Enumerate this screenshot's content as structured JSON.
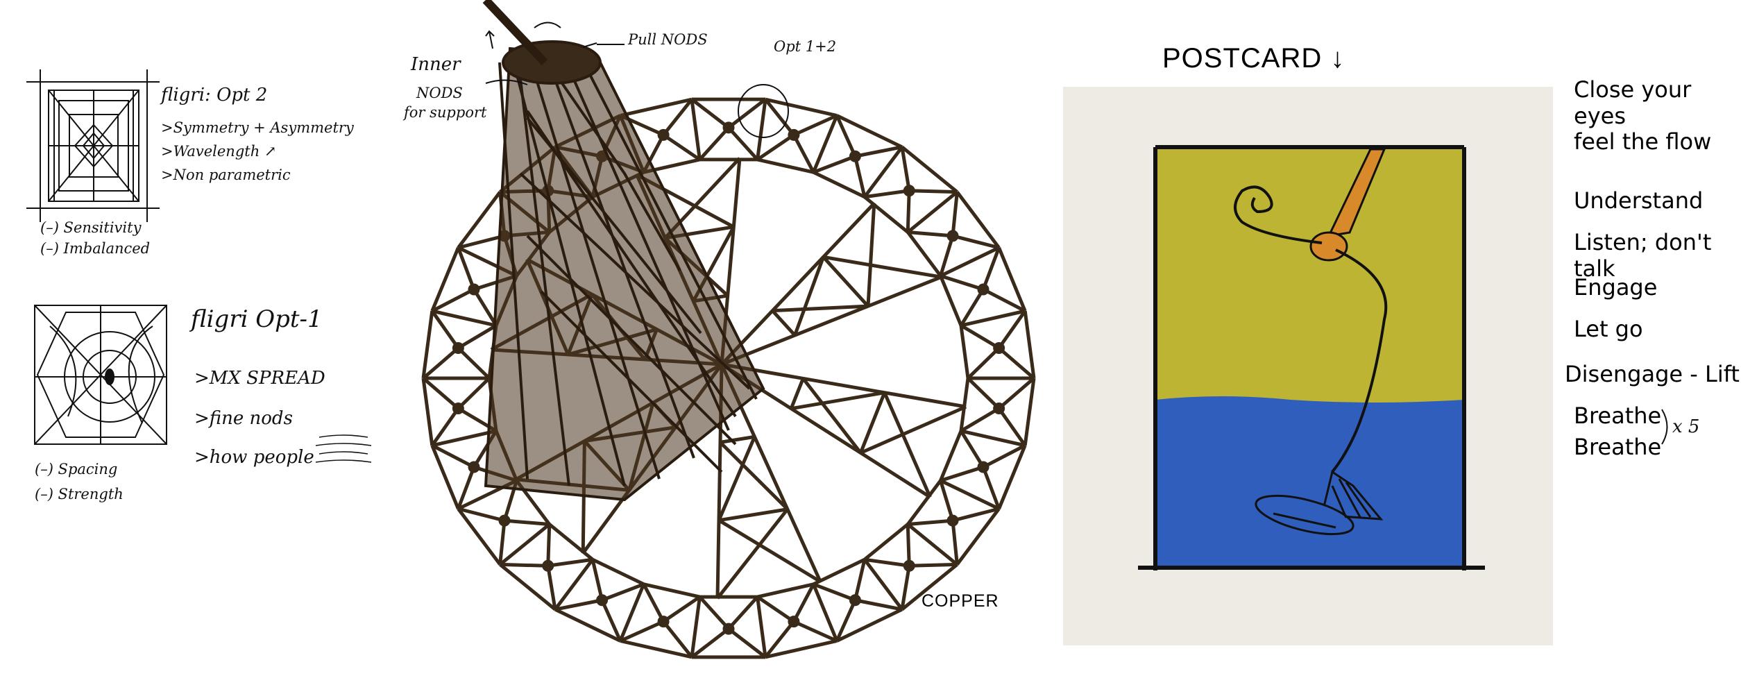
{
  "left_notes": {
    "opt2": {
      "title": "fligri: Opt 2",
      "bullets": [
        ">Symmetry + Asymmetry",
        ">Wavelength ↗",
        ">Non parametric"
      ],
      "cons": [
        "(–) Sensitivity",
        "(–) Imbalanced"
      ]
    },
    "opt1": {
      "title": "fligri Opt-1",
      "bullets": [
        ">MX SPREAD",
        ">fine nods",
        ">how people"
      ],
      "cons": [
        "(–) Spacing",
        "(–) Strength"
      ]
    }
  },
  "center_notes": {
    "pull_nods": "Pull NODS",
    "inner_nods": [
      "Inner",
      "NODS",
      "for support"
    ],
    "opt": "Opt 1+2",
    "material": "COPPER"
  },
  "postcard": {
    "title": "POSTCARD",
    "sky_color": "#bdb433",
    "water_color": "#2f5ebd",
    "hand_color": "#d8892a",
    "paper_color": "#eeebe5"
  },
  "right_notes": {
    "items": [
      "Close your eyes",
      "feel the flow",
      "Understand",
      "Listen; don't talk",
      "Engage",
      "Let go",
      "Disengage - Lift",
      "Breathe",
      "Breathe"
    ],
    "repeat_mark": "x 5"
  },
  "colors": {
    "sculpture": "#3a2a1a",
    "ink": "#111111"
  }
}
